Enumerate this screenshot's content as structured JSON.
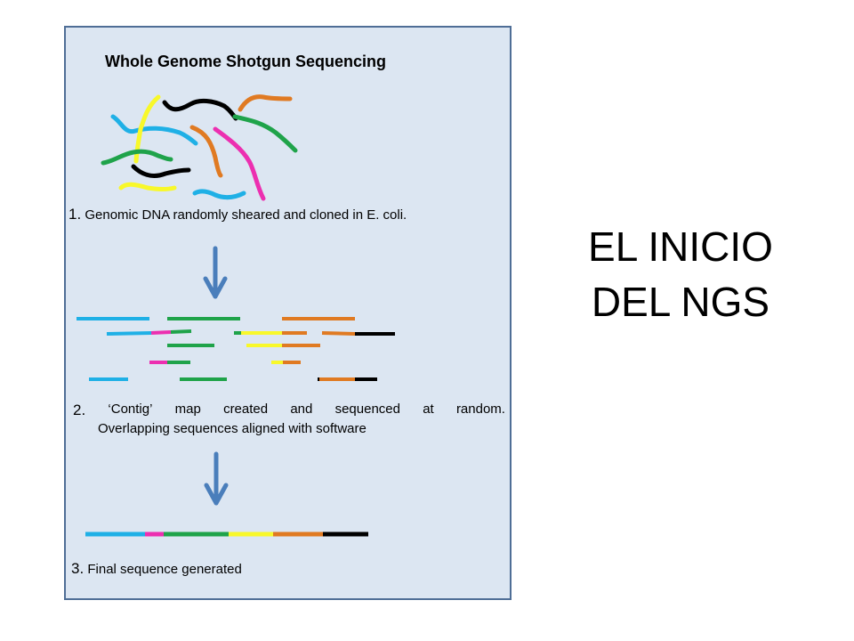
{
  "slide": {
    "side_title_line1": "EL INICIO",
    "side_title_line2": "DEL NGS"
  },
  "panel": {
    "title": "Whole Genome Shotgun Sequencing",
    "step1": {
      "number": "1.",
      "text": "Genomic DNA randomly sheared and cloned in E. coli."
    },
    "step2": {
      "number": "2.",
      "words": [
        "‘Contig’",
        "map",
        "created",
        "and",
        "sequenced",
        "at",
        "random."
      ],
      "line2": "Overlapping sequences aligned with software"
    },
    "step3": {
      "number": "3.",
      "text": "Final sequence generated"
    }
  },
  "colors": {
    "panel_bg": "#dce6f2",
    "panel_border": "#4f6e96",
    "arrow": "#4a7ebb",
    "cyan": "#1fb0e6",
    "green": "#1fa34a",
    "orange": "#e07a22",
    "black": "#000000",
    "yellow": "#f8f82a",
    "magenta": "#ec2fb0"
  }
}
